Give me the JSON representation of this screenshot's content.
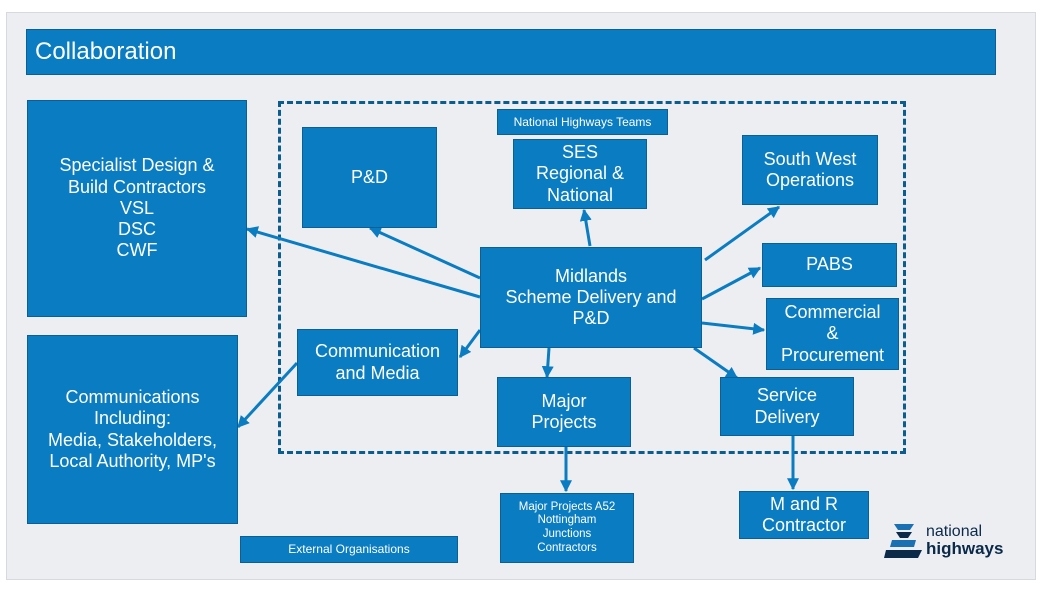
{
  "title": "Collaboration",
  "boxes": {
    "specialist": "Specialist Design &\nBuild Contractors\nVSL\nDSC\nCWF",
    "communications_external": "Communications\nIncluding:\nMedia, Stakeholders,\nLocal Authority, MP's",
    "external_orgs": "External Organisations",
    "pd": "P&D",
    "nh_teams": "National Highways Teams",
    "ses": "SES\nRegional &\nNational",
    "south_west": "South West\nOperations",
    "midlands": "Midlands\nScheme Delivery and\nP&D",
    "pabs": "PABS",
    "commercial": "Commercial\n&\nProcurement",
    "comm_media": "Communication\nand Media",
    "major_projects": "Major\nProjects",
    "service_delivery": "Service\nDelivery",
    "a52": "Major Projects A52\nNottingham\nJunctions\nContractors",
    "m_and_r": "M and R\nContractor"
  },
  "logo": {
    "line1": "national",
    "line2": "highways"
  },
  "colors": {
    "box": "#0a7cc1",
    "arrow": "#0a7cc1",
    "frame": "#0b5d8e",
    "background": "#edeef2"
  }
}
